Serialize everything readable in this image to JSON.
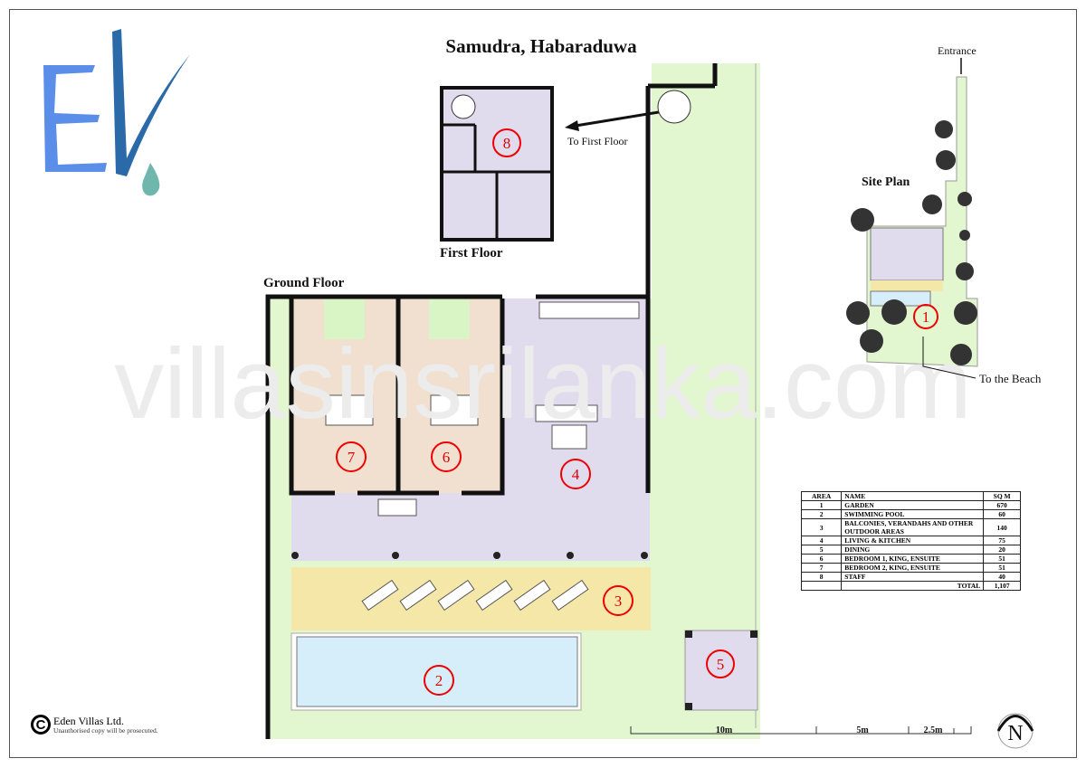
{
  "title": "Samudra, Habaraduwa",
  "watermark": "villasinsrilanka.com",
  "logo_text": "EV",
  "labels": {
    "first_floor": "First Floor",
    "ground_floor": "Ground Floor",
    "to_first_floor": "To First Floor",
    "site_plan": "Site Plan",
    "entrance": "Entrance",
    "to_beach": "To the Beach"
  },
  "area_markers": [
    "1",
    "2",
    "3",
    "4",
    "5",
    "6",
    "7",
    "8"
  ],
  "area_table": {
    "headers": [
      "AREA",
      "NAME",
      "SQ M"
    ],
    "rows": [
      {
        "area": "1",
        "name": "GARDEN",
        "sqm": "670"
      },
      {
        "area": "2",
        "name": "SWIMMING POOL",
        "sqm": "60"
      },
      {
        "area": "3",
        "name": "BALCONIES, VERANDAHS AND OTHER OUTDOOR AREAS",
        "sqm": "140"
      },
      {
        "area": "4",
        "name": "LIVING & KITCHEN",
        "sqm": "75"
      },
      {
        "area": "5",
        "name": "DINING",
        "sqm": "20"
      },
      {
        "area": "6",
        "name": "BEDROOM 1, KING, ENSUITE",
        "sqm": "51"
      },
      {
        "area": "7",
        "name": "BEDROOM 2, KING, ENSUITE",
        "sqm": "51"
      },
      {
        "area": "8",
        "name": "STAFF",
        "sqm": "40"
      }
    ],
    "total_label": "TOTAL",
    "total_value": "1,107"
  },
  "scale_bar": [
    "10m",
    "5m",
    "2.5m"
  ],
  "north": "N",
  "copyright": {
    "company": "Eden Villas Ltd.",
    "notice": "Unauthorised copy will be prosecuted."
  },
  "colors": {
    "garden": "#e2f6cf",
    "living": "#e1dbee",
    "bedroom": "#f1e0d0",
    "terrace": "#f4e7a8",
    "pool": "#d5eef9",
    "marker": "#e00000"
  }
}
